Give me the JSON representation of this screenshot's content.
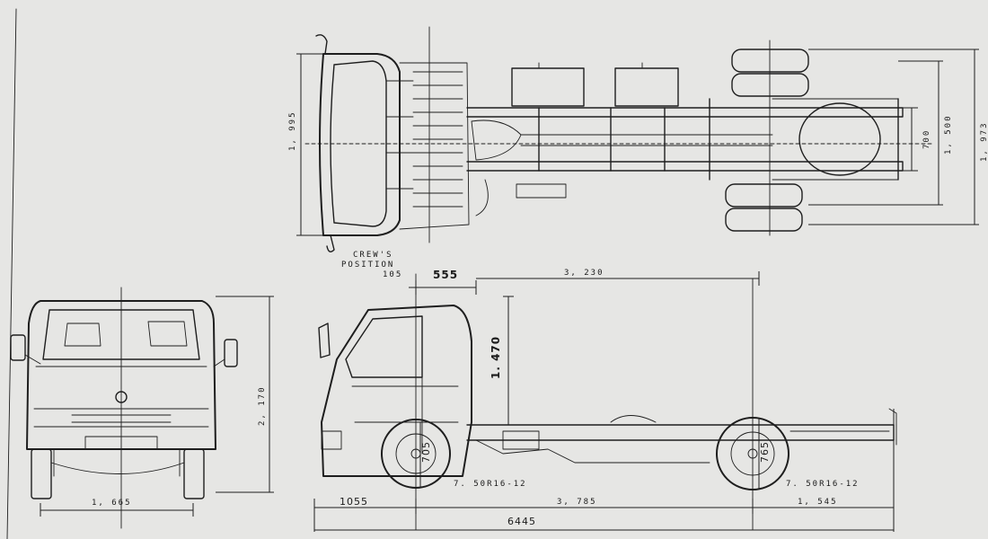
{
  "labels": {
    "crew_position_line1": "CREW'S",
    "crew_position_line2": "POSITION",
    "crew_position_value": "105",
    "cab_to_front_axle": "555",
    "wheelbase": "3, 230",
    "cab_height_above_frame": "1. 470",
    "front_tire_radius": "705",
    "rear_tire_radius": "765",
    "front_tire_size": "7. 50R16-12",
    "rear_tire_size": "7. 50R16-12",
    "front_overhang": "1055",
    "front_axle_to_rear": "3, 785",
    "rear_overhang": "1, 545",
    "overall_length": "6445",
    "front_track_width": "1, 665",
    "overall_height": "2, 170",
    "cab_width_top": "1, 995",
    "frame_inner_width": "700",
    "rear_track": "1, 500",
    "overall_width": "1, 973"
  }
}
